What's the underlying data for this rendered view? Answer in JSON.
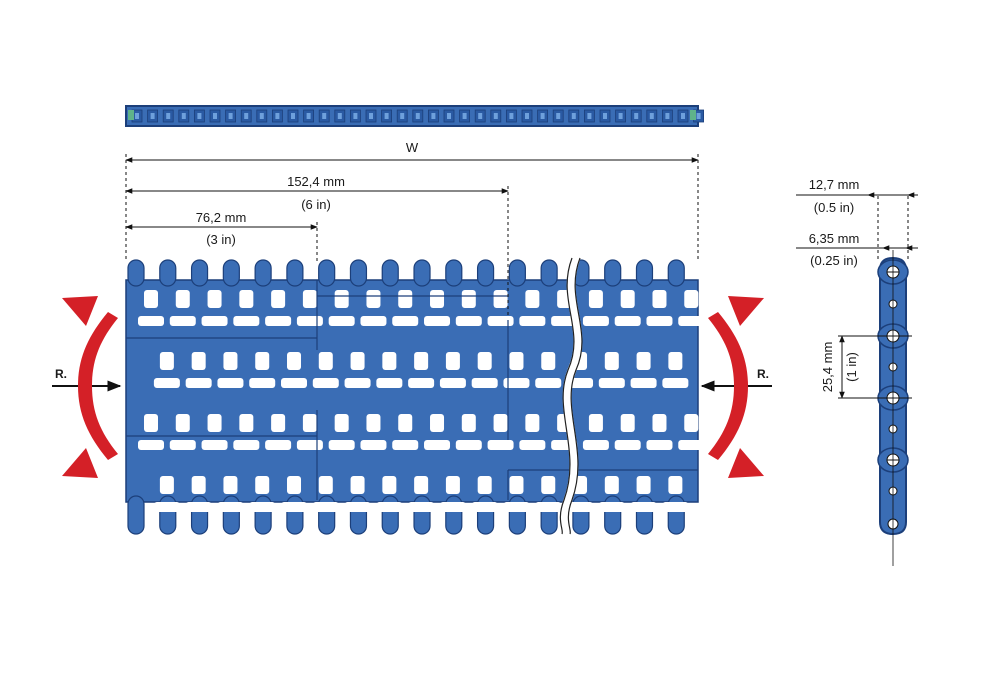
{
  "colors": {
    "belt_fill": "#3a6db5",
    "belt_dark": "#1c3f7a",
    "arrow_red": "#d42027",
    "line": "#111111"
  },
  "labels": {
    "width": "W",
    "dim_152_mm": "152,4 mm",
    "dim_152_in": "(6 in)",
    "dim_76_mm": "76,2 mm",
    "dim_76_in": "(3 in)",
    "dim_127_mm": "12,7 mm",
    "dim_127_in": "(0.5 in)",
    "dim_635_mm": "6,35 mm",
    "dim_635_in": "(0.25 in)",
    "dim_254_mm": "25,4 mm",
    "dim_254_in": "(1 in)",
    "left_force": "R.",
    "right_force": "R."
  },
  "icons": {
    "left_bend": "curved-double-arrow-icon",
    "right_bend": "curved-double-arrow-icon",
    "left_push": "arrow-right-icon",
    "right_push": "arrow-left-icon"
  }
}
